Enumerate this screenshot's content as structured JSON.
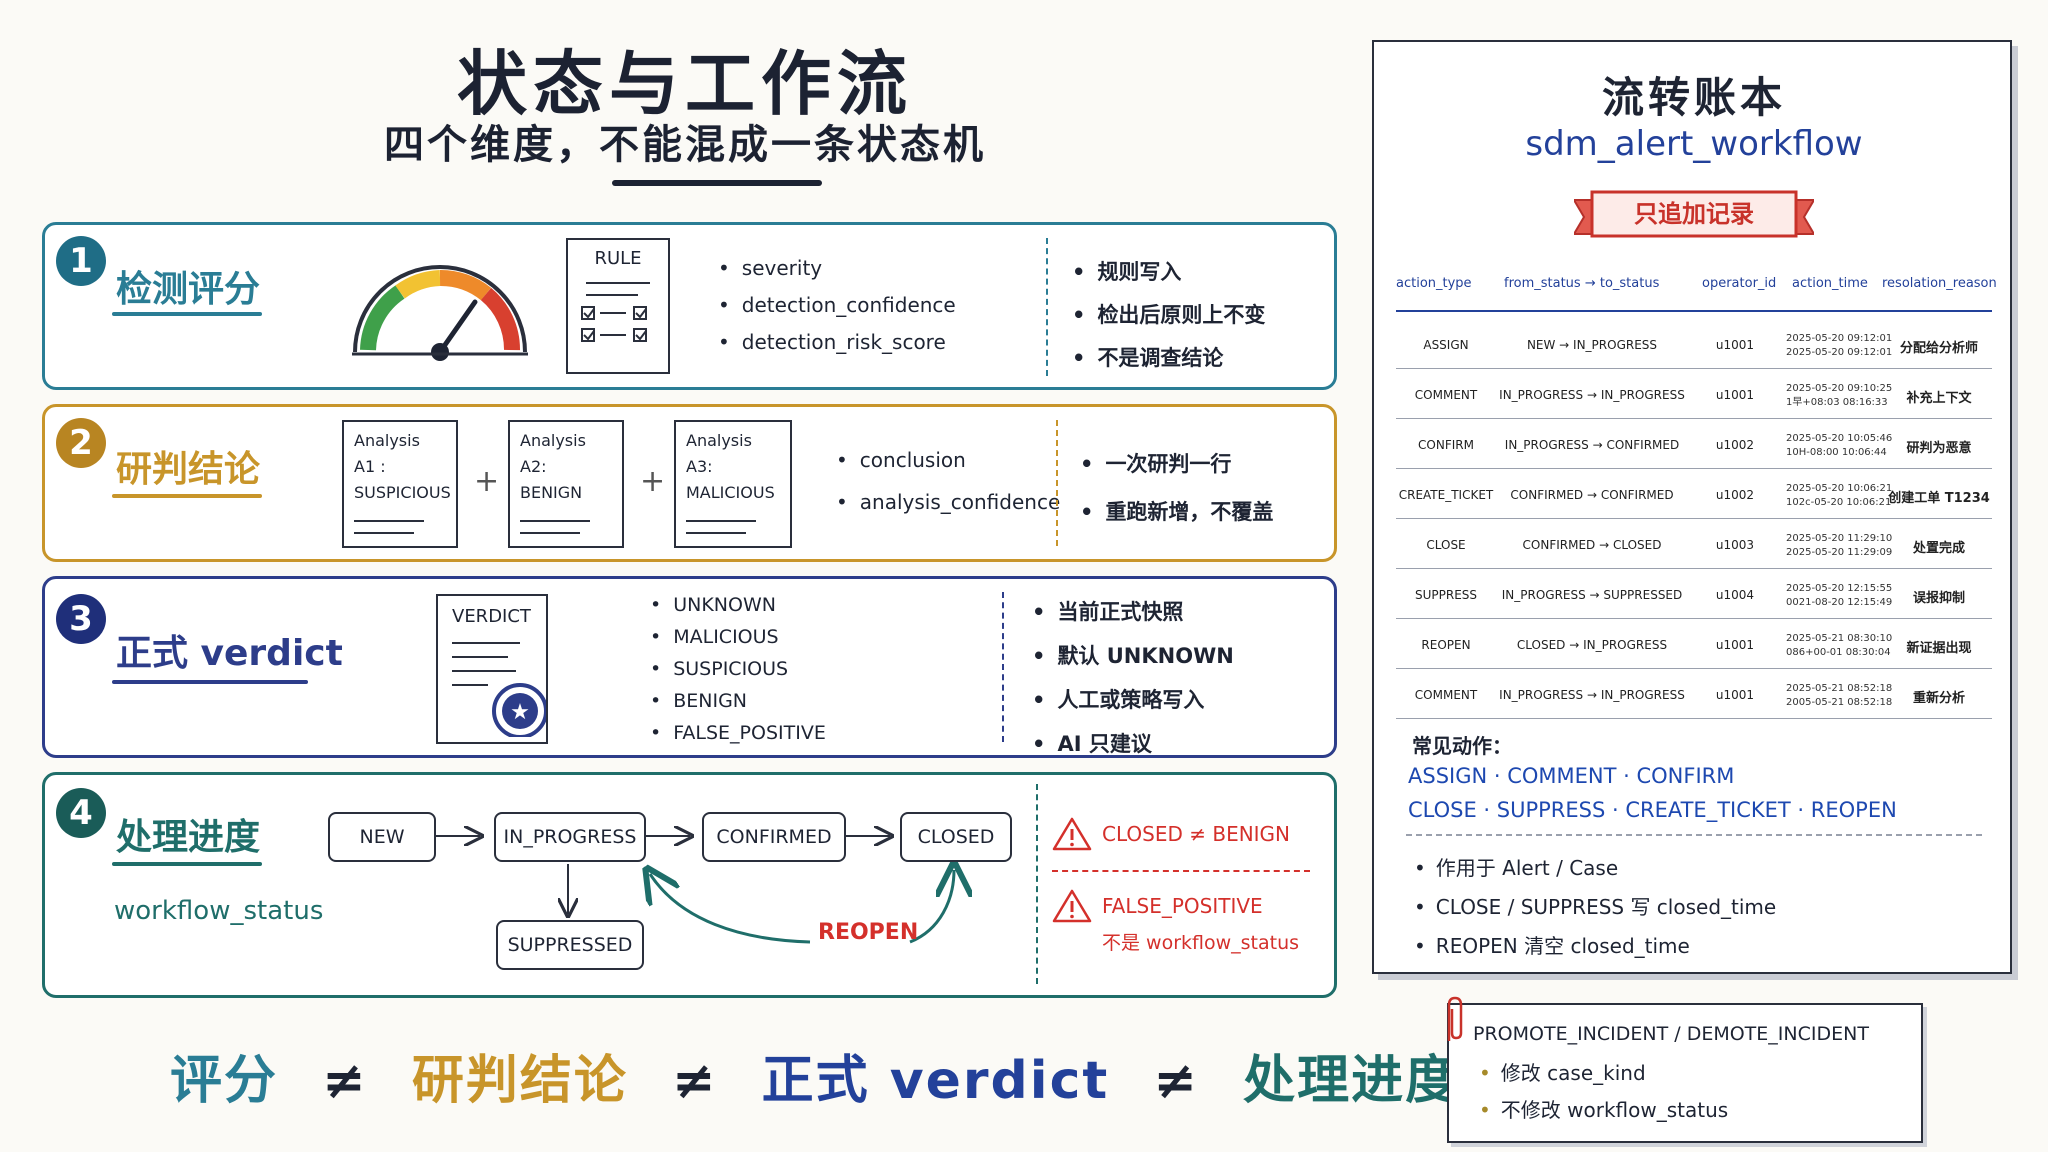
{
  "header": {
    "title": "状态与工作流",
    "subtitle": "四个维度，不能混成一条状态机"
  },
  "colors": {
    "teal": "#2a7d95",
    "gold": "#c8952a",
    "navy": "#2d3d8a",
    "green": "#1f6e6a",
    "red": "#d4302b",
    "blue_text": "#23419a"
  },
  "panel1": {
    "number": "1",
    "title": "检测评分",
    "doc_label": "RULE",
    "fields": [
      "severity",
      "detection_confidence",
      "detection_risk_score"
    ],
    "notes": [
      "规则写入",
      "检出后原则上不变",
      "不是调查结论"
    ]
  },
  "panel2": {
    "number": "2",
    "title": "研判结论",
    "analyses": [
      {
        "name": "Analysis A1 :",
        "value": "SUSPICIOUS"
      },
      {
        "name": "Analysis A2:",
        "value": "BENIGN"
      },
      {
        "name": "Analysis A3:",
        "value": "MALICIOUS"
      }
    ],
    "plus": "+",
    "fields": [
      "conclusion",
      "analysis_confidence"
    ],
    "notes": [
      "一次研判一行",
      "重跑新增，不覆盖"
    ]
  },
  "panel3": {
    "number": "3",
    "title": "正式 verdict",
    "doc_label": "VERDICT",
    "values": [
      "UNKNOWN",
      "MALICIOUS",
      "SUSPICIOUS",
      "BENIGN",
      "FALSE_POSITIVE"
    ],
    "notes": [
      "当前正式快照",
      "默认 UNKNOWN",
      "人工或策略写入",
      "AI 只建议"
    ]
  },
  "panel4": {
    "number": "4",
    "title": "处理进度",
    "field": "workflow_status",
    "states": {
      "new": "NEW",
      "in_progress": "IN_PROGRESS",
      "confirmed": "CONFIRMED",
      "closed": "CLOSED",
      "suppressed": "SUPPRESSED"
    },
    "reopen": "REOPEN",
    "warnings": [
      {
        "text": "CLOSED ≠ BENIGN"
      },
      {
        "text": "FALSE_POSITIVE",
        "subtext": "不是 workflow_status"
      }
    ]
  },
  "bottom": {
    "t1": "评分",
    "t2": "研判结论",
    "t3": "正式 verdict",
    "t4": "处理进度",
    "neq": "≠"
  },
  "ledger": {
    "title": "流转账本",
    "table_name": "sdm_alert_workflow",
    "ribbon": "只追加记录",
    "columns": [
      "action_type",
      "from_status → to_status",
      "operator_id",
      "action_time",
      "resolation_reason"
    ],
    "rows": [
      {
        "action": "ASSIGN",
        "transition": "NEW → IN_PROGRESS",
        "operator": "u1001",
        "time1": "2025-05-20 09:12:01",
        "time2": "2025-05-20 09:12:01",
        "reason": "分配给分析师"
      },
      {
        "action": "COMMENT",
        "transition": "IN_PROGRESS → IN_PROGRESS",
        "operator": "u1001",
        "time1": "2025-05-20 09:10:25",
        "time2": "1早+08:03 08:16:33",
        "reason": "补充上下文"
      },
      {
        "action": "CONFIRM",
        "transition": "IN_PROGRESS → CONFIRMED",
        "operator": "u1002",
        "time1": "2025-05-20 10:05:46",
        "time2": "10H-08:00 10:06:44",
        "reason": "研判为恶意"
      },
      {
        "action": "CREATE_TICKET",
        "transition": "CONFIRMED → CONFIRMED",
        "operator": "u1002",
        "time1": "2025-05-20 10:06:21",
        "time2": "102c-05-20 10:06:21",
        "reason": "创建工单 T1234"
      },
      {
        "action": "CLOSE",
        "transition": "CONFIRMED → CLOSED",
        "operator": "u1003",
        "time1": "2025-05-20 11:29:10",
        "time2": "2025-05-20 11:29:09",
        "reason": "处置完成"
      },
      {
        "action": "SUPPRESS",
        "transition": "IN_PROGRESS → SUPPRESSED",
        "operator": "u1004",
        "time1": "2025-05-20 12:15:55",
        "time2": "0021-08-20 12:15:49",
        "reason": "误报抑制"
      },
      {
        "action": "REOPEN",
        "transition": "CLOSED → IN_PROGRESS",
        "operator": "u1001",
        "time1": "2025-05-21 08:30:10",
        "time2": "086+00-01 08:30:04",
        "reason": "新证据出现"
      },
      {
        "action": "COMMENT",
        "transition": "IN_PROGRESS → IN_PROGRESS",
        "operator": "u1001",
        "time1": "2025-05-21 08:52:18",
        "time2": "2005-05-21 08:52:18",
        "reason": "重新分析"
      }
    ],
    "actions_head": "常见动作：",
    "actions_line1": "ASSIGN · COMMENT · CONFIRM",
    "actions_line2": "CLOSE · SUPPRESS · CREATE_TICKET · REOPEN",
    "notes": [
      "作用于 Alert / Case",
      "CLOSE / SUPPRESS 写 closed_time",
      "REOPEN 清空 closed_time"
    ]
  },
  "incident_note": {
    "title": "PROMOTE_INCIDENT / DEMOTE_INCIDENT",
    "items": [
      "修改 case_kind",
      "不修改 workflow_status"
    ]
  }
}
